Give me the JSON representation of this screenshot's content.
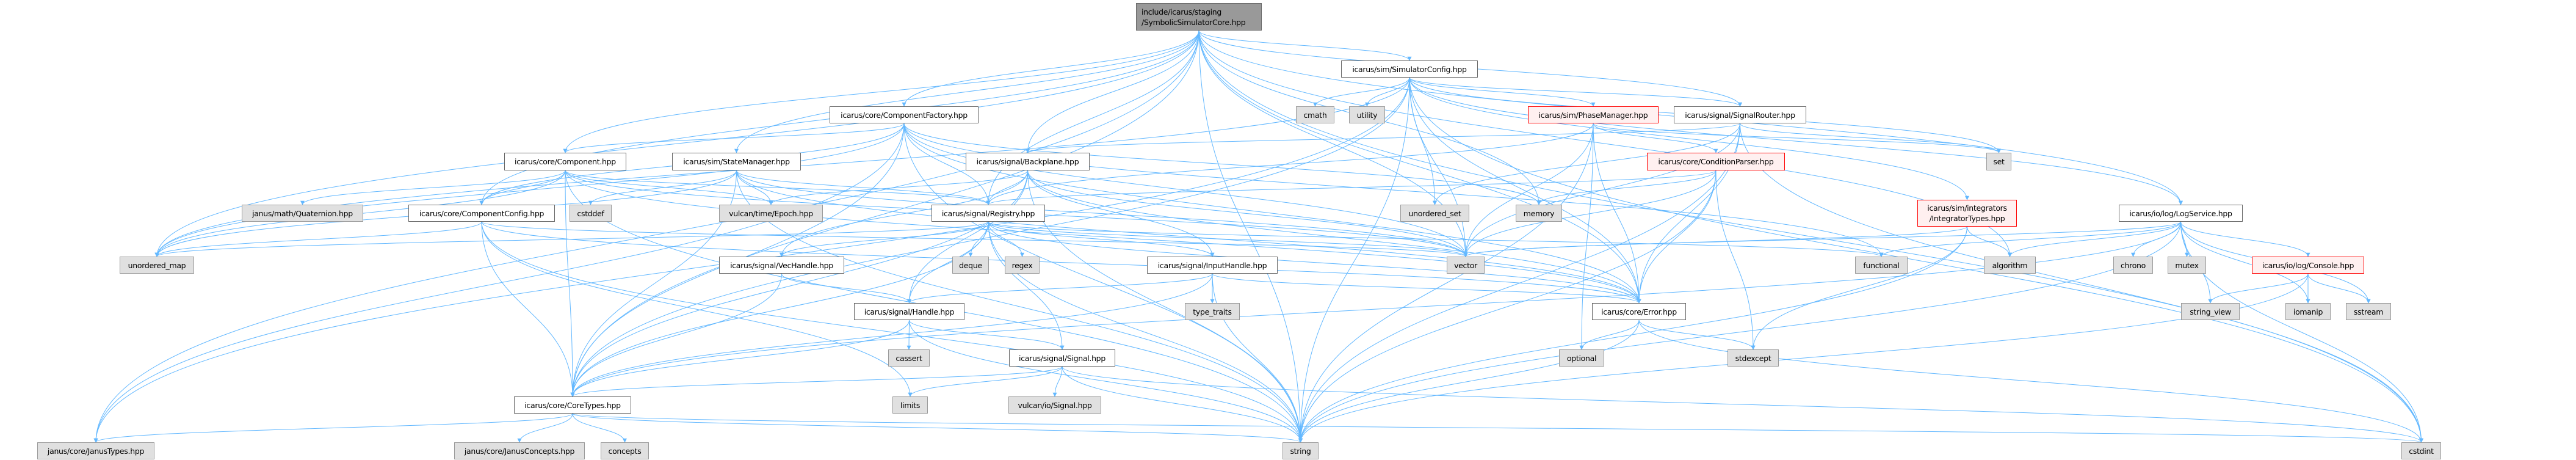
{
  "graph_title": "include/icarus/staging/SymbolicSimulatorCore.hpp",
  "colors": {
    "edge": "#63b8ff",
    "root_fill": "#999999",
    "system_fill": "#e0e0e0",
    "missing_border": "#ff0000",
    "missing_fill": "#fff0f0"
  },
  "nodes": {
    "root": "include/icarus/staging\n/SymbolicSimulatorCore.hpp",
    "simconfig": "icarus/sim/SimulatorConfig.hpp",
    "compfactory": "icarus/core/ComponentFactory.hpp",
    "cmath": "cmath",
    "utility": "utility",
    "phasemgr": "icarus/sim/PhaseManager.hpp",
    "sigrouter": "icarus/signal/SignalRouter.hpp",
    "component": "icarus/core/Component.hpp",
    "statemgr": "icarus/sim/StateManager.hpp",
    "backplane": "icarus/signal/Backplane.hpp",
    "condparser": "icarus/core/ConditionParser.hpp",
    "set": "set",
    "quaternion": "janus/math/Quaternion.hpp",
    "compconfig": "icarus/core/ComponentConfig.hpp",
    "cstddef": "cstddef",
    "epoch": "vulcan/time/Epoch.hpp",
    "registry": "icarus/signal/Registry.hpp",
    "unordered_set": "unordered_set",
    "memory": "memory",
    "integrator": "icarus/sim/integrators\n/IntegratorTypes.hpp",
    "logservice": "icarus/io/log/LogService.hpp",
    "unordered_map": "unordered_map",
    "vechandle": "icarus/signal/VecHandle.hpp",
    "deque": "deque",
    "regex": "regex",
    "inputhandle": "icarus/signal/InputHandle.hpp",
    "vector": "vector",
    "functional": "functional",
    "algorithm": "algorithm",
    "chrono": "chrono",
    "mutex": "mutex",
    "console": "icarus/io/log/Console.hpp",
    "handle": "icarus/signal/Handle.hpp",
    "type_traits": "type_traits",
    "error": "icarus/core/Error.hpp",
    "string_view": "string_view",
    "iomanip": "iomanip",
    "sstream": "sstream",
    "cassert": "cassert",
    "signal": "icarus/signal/Signal.hpp",
    "optional": "optional",
    "stdexcept": "stdexcept",
    "coretypes": "icarus/core/CoreTypes.hpp",
    "limits": "limits",
    "vulcansignal": "vulcan/io/Signal.hpp",
    "janustypes": "janus/core/JanusTypes.hpp",
    "janusconcepts": "janus/core/JanusConcepts.hpp",
    "concepts": "concepts",
    "string": "string",
    "cstdint": "cstdint"
  },
  "edges": [
    [
      "root",
      "simconfig"
    ],
    [
      "root",
      "compfactory"
    ],
    [
      "root",
      "statemgr"
    ],
    [
      "root",
      "backplane"
    ],
    [
      "root",
      "registry"
    ],
    [
      "root",
      "component"
    ],
    [
      "root",
      "compconfig"
    ],
    [
      "root",
      "coretypes"
    ],
    [
      "root",
      "janustypes"
    ],
    [
      "root",
      "unordered_map"
    ],
    [
      "root",
      "sigrouter"
    ],
    [
      "root",
      "vector"
    ],
    [
      "root",
      "string"
    ],
    [
      "root",
      "memory"
    ],
    [
      "root",
      "logservice"
    ],
    [
      "root",
      "error"
    ],
    [
      "root",
      "cstdint"
    ],
    [
      "root",
      "algorithm"
    ],
    [
      "simconfig",
      "cmath"
    ],
    [
      "simconfig",
      "utility"
    ],
    [
      "simconfig",
      "phasemgr"
    ],
    [
      "simconfig",
      "sigrouter"
    ],
    [
      "simconfig",
      "unordered_set"
    ],
    [
      "simconfig",
      "vector"
    ],
    [
      "simconfig",
      "string"
    ],
    [
      "simconfig",
      "coretypes"
    ],
    [
      "simconfig",
      "janustypes"
    ],
    [
      "simconfig",
      "unordered_map"
    ],
    [
      "simconfig",
      "error"
    ],
    [
      "simconfig",
      "logservice"
    ],
    [
      "simconfig",
      "cstdint"
    ],
    [
      "simconfig",
      "set"
    ],
    [
      "simconfig",
      "integrator"
    ],
    [
      "compfactory",
      "component"
    ],
    [
      "compfactory",
      "compconfig"
    ],
    [
      "compfactory",
      "coretypes"
    ],
    [
      "compfactory",
      "registry"
    ],
    [
      "compfactory",
      "error"
    ],
    [
      "compfactory",
      "string"
    ],
    [
      "compfactory",
      "vector"
    ],
    [
      "compfactory",
      "memory"
    ],
    [
      "compfactory",
      "functional"
    ],
    [
      "compfactory",
      "unordered_map"
    ],
    [
      "compfactory",
      "janustypes"
    ],
    [
      "component",
      "quaternion"
    ],
    [
      "component",
      "compconfig"
    ],
    [
      "component",
      "coretypes"
    ],
    [
      "component",
      "unordered_map"
    ],
    [
      "component",
      "registry"
    ],
    [
      "component",
      "epoch"
    ],
    [
      "component",
      "string"
    ],
    [
      "component",
      "vector"
    ],
    [
      "component",
      "error"
    ],
    [
      "statemgr",
      "registry"
    ],
    [
      "statemgr",
      "epoch"
    ],
    [
      "statemgr",
      "coretypes"
    ],
    [
      "statemgr",
      "cstddef"
    ],
    [
      "statemgr",
      "string"
    ],
    [
      "statemgr",
      "vector"
    ],
    [
      "statemgr",
      "error"
    ],
    [
      "statemgr",
      "unordered_map"
    ],
    [
      "backplane",
      "registry"
    ],
    [
      "backplane",
      "vechandle"
    ],
    [
      "backplane",
      "handle"
    ],
    [
      "backplane",
      "epoch"
    ],
    [
      "backplane",
      "inputhandle"
    ],
    [
      "backplane",
      "coretypes"
    ],
    [
      "backplane",
      "error"
    ],
    [
      "backplane",
      "string"
    ],
    [
      "backplane",
      "vector"
    ],
    [
      "compconfig",
      "unordered_map"
    ],
    [
      "compconfig",
      "coretypes"
    ],
    [
      "compconfig",
      "string"
    ],
    [
      "compconfig",
      "vector"
    ],
    [
      "compconfig",
      "error"
    ],
    [
      "compconfig",
      "limits"
    ],
    [
      "registry",
      "vechandle"
    ],
    [
      "registry",
      "handle"
    ],
    [
      "registry",
      "deque"
    ],
    [
      "registry",
      "regex"
    ],
    [
      "registry",
      "signal"
    ],
    [
      "registry",
      "inputhandle"
    ],
    [
      "registry",
      "coretypes"
    ],
    [
      "registry",
      "error"
    ],
    [
      "registry",
      "string"
    ],
    [
      "registry",
      "vector"
    ],
    [
      "registry",
      "unordered_map"
    ],
    [
      "registry",
      "functional"
    ],
    [
      "vechandle",
      "handle"
    ],
    [
      "vechandle",
      "coretypes"
    ],
    [
      "inputhandle",
      "type_traits"
    ],
    [
      "inputhandle",
      "handle"
    ],
    [
      "inputhandle",
      "string"
    ],
    [
      "inputhandle",
      "error"
    ],
    [
      "inputhandle",
      "coretypes"
    ],
    [
      "handle",
      "cassert"
    ],
    [
      "handle",
      "signal"
    ],
    [
      "handle",
      "string"
    ],
    [
      "handle",
      "coretypes"
    ],
    [
      "signal",
      "limits"
    ],
    [
      "signal",
      "vulcansignal"
    ],
    [
      "signal",
      "string"
    ],
    [
      "signal",
      "coretypes"
    ],
    [
      "signal",
      "cstdint"
    ],
    [
      "coretypes",
      "janustypes"
    ],
    [
      "coretypes",
      "janusconcepts"
    ],
    [
      "coretypes",
      "concepts"
    ],
    [
      "coretypes",
      "string"
    ],
    [
      "coretypes",
      "cstdint"
    ],
    [
      "phasemgr",
      "condparser"
    ],
    [
      "phasemgr",
      "vector"
    ],
    [
      "phasemgr",
      "optional"
    ],
    [
      "phasemgr",
      "error"
    ],
    [
      "phasemgr",
      "string"
    ],
    [
      "phasemgr",
      "registry"
    ],
    [
      "phasemgr",
      "set"
    ],
    [
      "sigrouter",
      "vector"
    ],
    [
      "sigrouter",
      "error"
    ],
    [
      "sigrouter",
      "string"
    ],
    [
      "sigrouter",
      "unordered_set"
    ],
    [
      "sigrouter",
      "set"
    ],
    [
      "sigrouter",
      "cstdint"
    ],
    [
      "sigrouter",
      "backplane"
    ],
    [
      "condparser",
      "memory"
    ],
    [
      "condparser",
      "vector"
    ],
    [
      "condparser",
      "error"
    ],
    [
      "condparser",
      "stdexcept"
    ],
    [
      "condparser",
      "string"
    ],
    [
      "condparser",
      "registry"
    ],
    [
      "integrator",
      "algorithm"
    ],
    [
      "integrator",
      "stdexcept"
    ],
    [
      "integrator",
      "string"
    ],
    [
      "integrator",
      "vector"
    ],
    [
      "logservice",
      "chrono"
    ],
    [
      "logservice",
      "mutex"
    ],
    [
      "logservice",
      "console"
    ],
    [
      "logservice",
      "string_view"
    ],
    [
      "logservice",
      "sstream"
    ],
    [
      "logservice",
      "iomanip"
    ],
    [
      "logservice",
      "string"
    ],
    [
      "logservice",
      "algorithm"
    ],
    [
      "logservice",
      "functional"
    ],
    [
      "logservice",
      "vector"
    ],
    [
      "logservice",
      "coretypes"
    ],
    [
      "logservice",
      "cstdint"
    ],
    [
      "console",
      "string_view"
    ],
    [
      "console",
      "iomanip"
    ],
    [
      "console",
      "sstream"
    ],
    [
      "console",
      "string"
    ],
    [
      "error",
      "optional"
    ],
    [
      "error",
      "stdexcept"
    ],
    [
      "error",
      "string"
    ],
    [
      "error",
      "cstdint"
    ]
  ]
}
